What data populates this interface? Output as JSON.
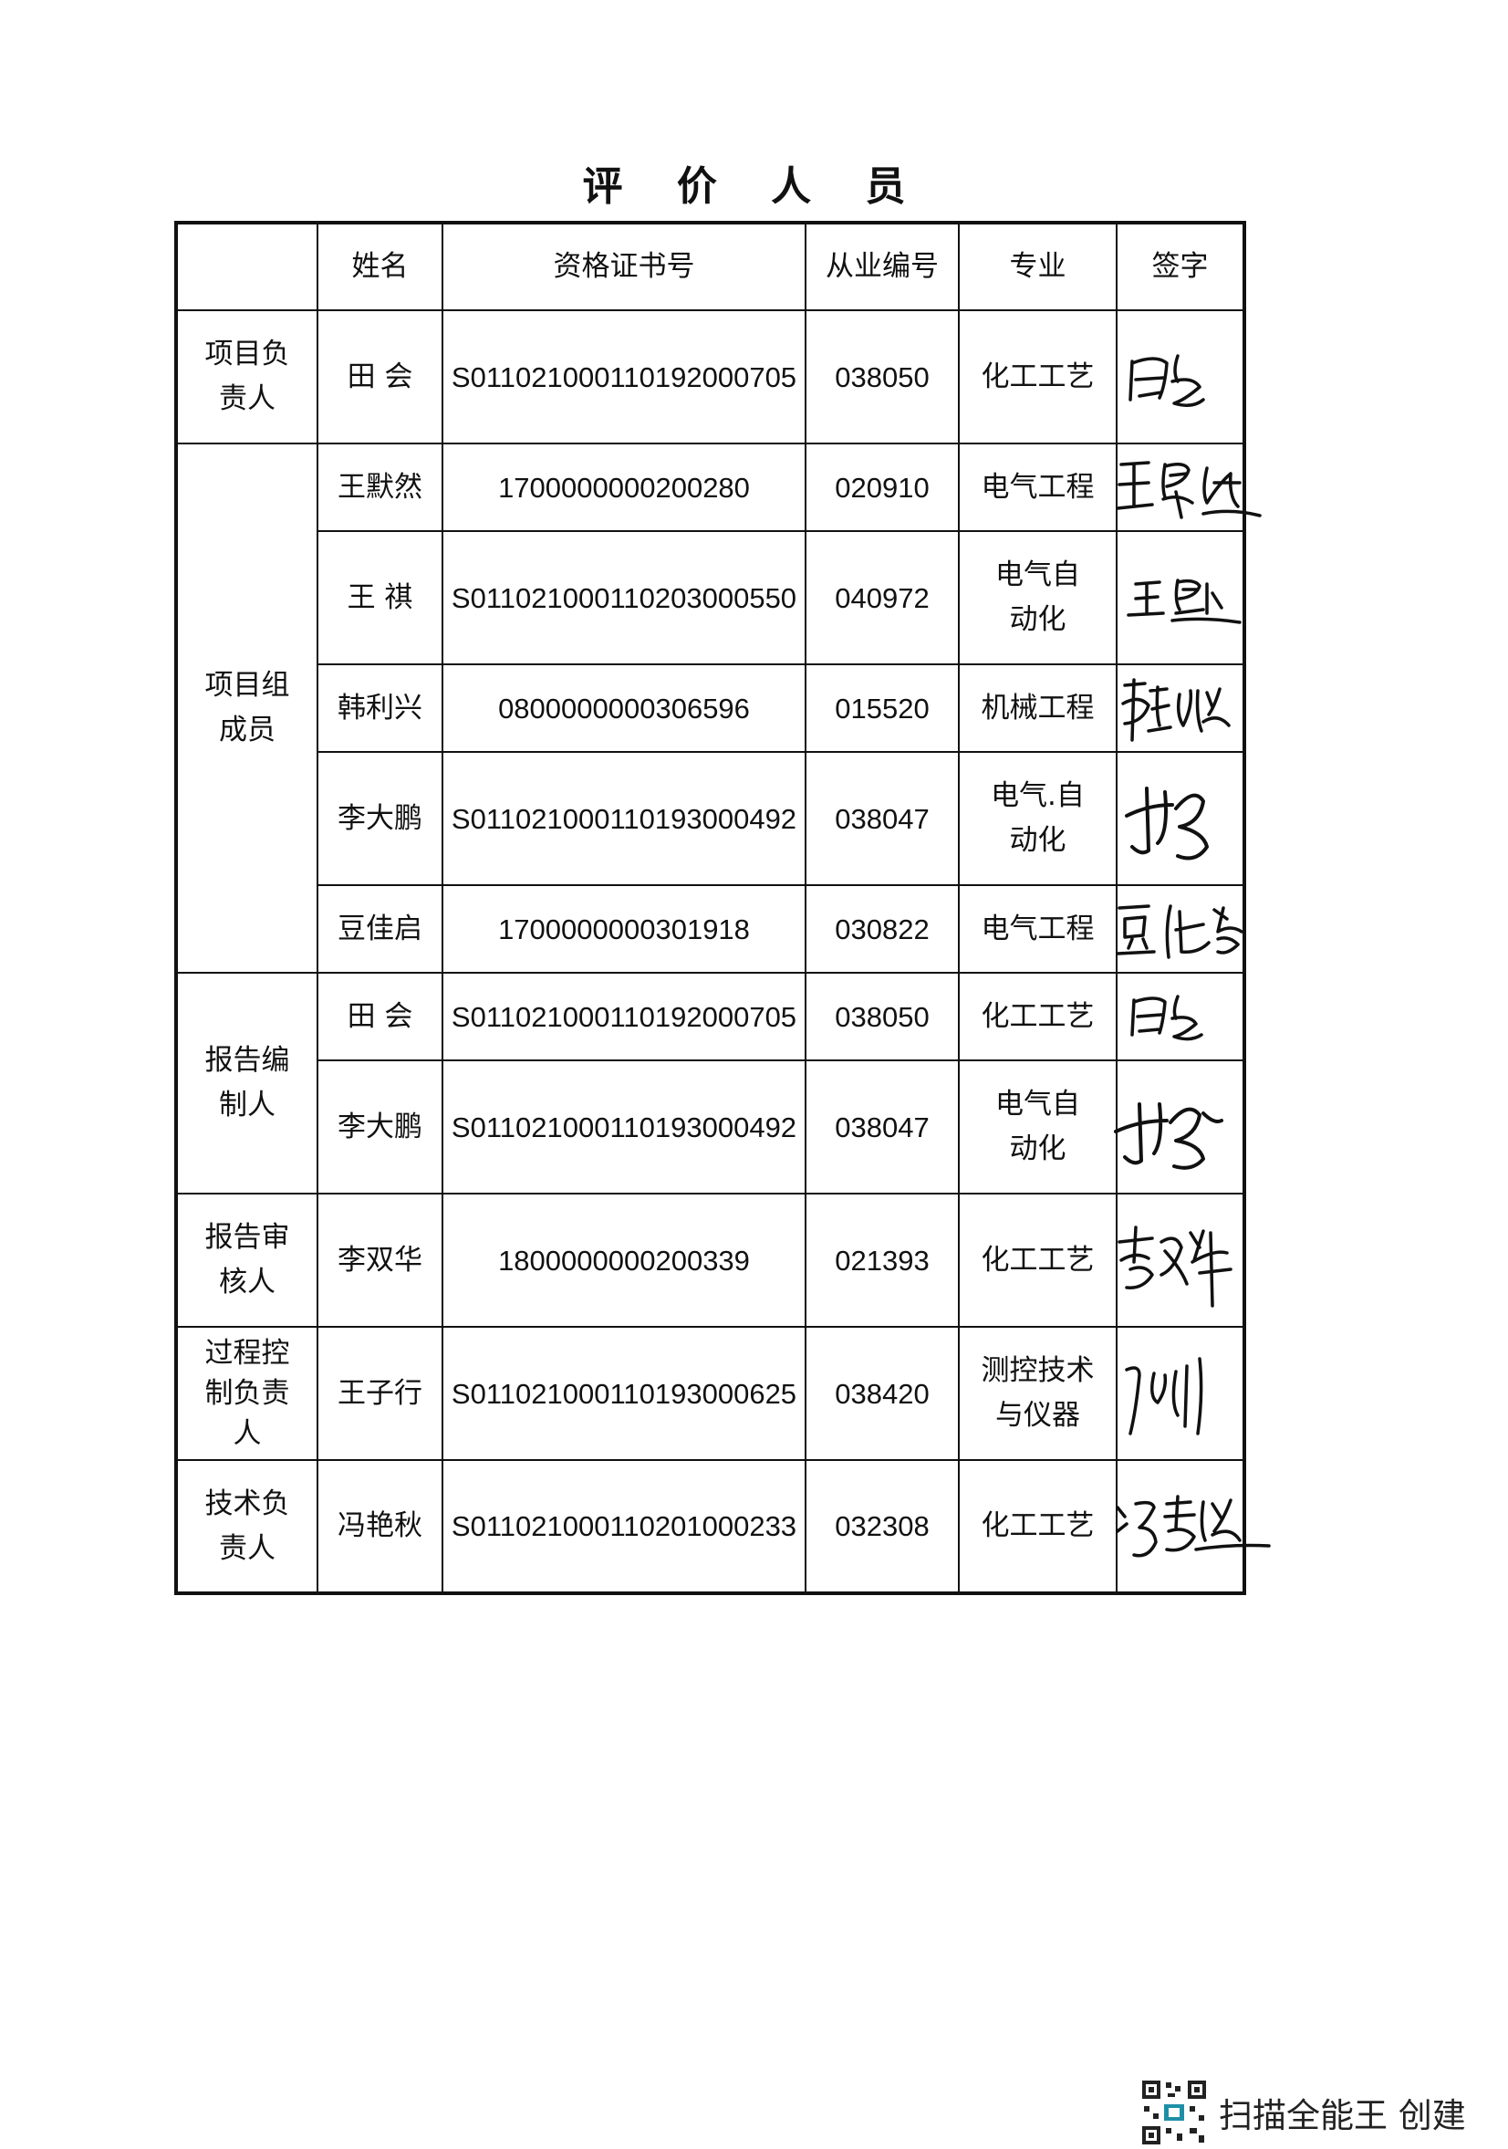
{
  "title": "评 价 人 员",
  "table": {
    "headers": {
      "name": "姓名",
      "cert": "资格证书号",
      "practice": "从业编号",
      "major": "专业",
      "signature": "签字"
    },
    "groups": [
      {
        "role": "项目负责人",
        "members": [
          {
            "name": "田 会",
            "cert": "S011021000110192000705",
            "practice": "038050",
            "major": "化工工艺"
          }
        ]
      },
      {
        "role": "项目组成员",
        "members": [
          {
            "name": "王默然",
            "cert": "1700000000200280",
            "practice": "020910",
            "major": "电气工程"
          },
          {
            "name": "王 祺",
            "cert": "S011021000110203000550",
            "practice": "040972",
            "major": "电气自动化"
          },
          {
            "name": "韩利兴",
            "cert": "0800000000306596",
            "practice": "015520",
            "major": "机械工程"
          },
          {
            "name": "李大鹏",
            "cert": "S011021000110193000492",
            "practice": "038047",
            "major": "电气.自动化"
          },
          {
            "name": "豆佳启",
            "cert": "1700000000301918",
            "practice": "030822",
            "major": "电气工程"
          }
        ]
      },
      {
        "role": "报告编制人",
        "members": [
          {
            "name": "田 会",
            "cert": "S011021000110192000705",
            "practice": "038050",
            "major": "化工工艺"
          },
          {
            "name": "李大鹏",
            "cert": "S011021000110193000492",
            "practice": "038047",
            "major": "电气自动化"
          }
        ]
      },
      {
        "role": "报告审核人",
        "members": [
          {
            "name": "李双华",
            "cert": "1800000000200339",
            "practice": "021393",
            "major": "化工工艺"
          }
        ]
      },
      {
        "role": "过程控制负责人",
        "members": [
          {
            "name": "王子行",
            "cert": "S011021000110193000625",
            "practice": "038420",
            "major": "测控技术与仪器"
          }
        ]
      },
      {
        "role": "技术负责人",
        "members": [
          {
            "name": "冯艳秋",
            "cert": "S011021000110201000233",
            "practice": "032308",
            "major": "化工工艺"
          }
        ]
      }
    ]
  },
  "footer": {
    "text": "扫描全能王 创建"
  }
}
